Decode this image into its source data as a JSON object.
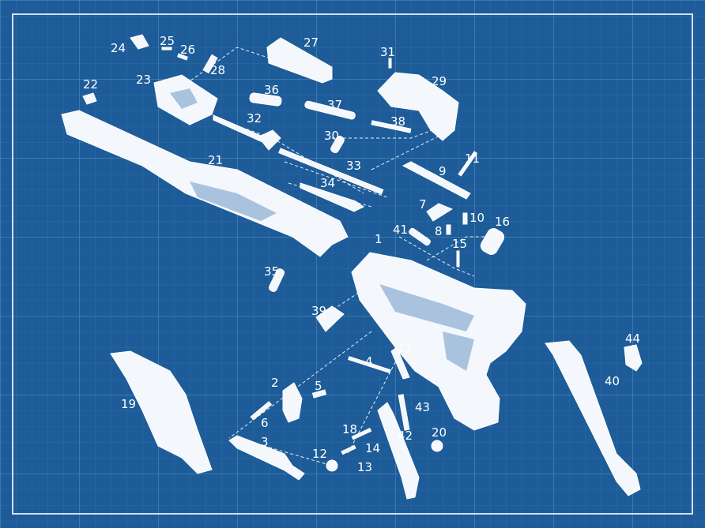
{
  "diagram": {
    "colors": {
      "background": "#1d5c98",
      "grid_minor": "#3a78b3",
      "grid_major": "#5b93c8",
      "ink": "#ffffff"
    },
    "labels": {
      "p1": "1",
      "p2": "2",
      "p3": "3",
      "p4": "4",
      "p5": "5",
      "p6": "6",
      "p7": "7",
      "p8": "8",
      "p9": "9",
      "p10": "10",
      "p11": "11",
      "p12": "12",
      "p13": "13",
      "p14": "14",
      "p15": "15",
      "p16": "16",
      "p17": "17",
      "p18": "18",
      "p19": "19",
      "p20": "20",
      "p21": "21",
      "p22": "22",
      "p23": "23",
      "p24": "24",
      "p25": "25",
      "p26": "26",
      "p27": "27",
      "p28": "28",
      "p29": "29",
      "p30": "30",
      "p31": "31",
      "p32": "32",
      "p33": "33",
      "p34": "34",
      "p35": "35",
      "p36": "36",
      "p37": "37",
      "p38": "38",
      "p39": "39",
      "p40": "40",
      "p41": "41",
      "p42": "42",
      "p43": "43",
      "p44": "44"
    }
  }
}
